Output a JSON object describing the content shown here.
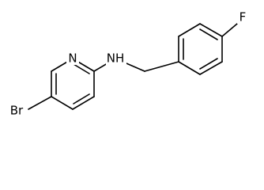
{
  "molecule": {
    "atoms": {
      "bromine": "Br",
      "pyridine_nitrogen": "N",
      "amine": "NH",
      "fluorine": "F"
    },
    "colors": {
      "bond": "#000000",
      "label": "#000000",
      "background": "#ffffff"
    }
  }
}
